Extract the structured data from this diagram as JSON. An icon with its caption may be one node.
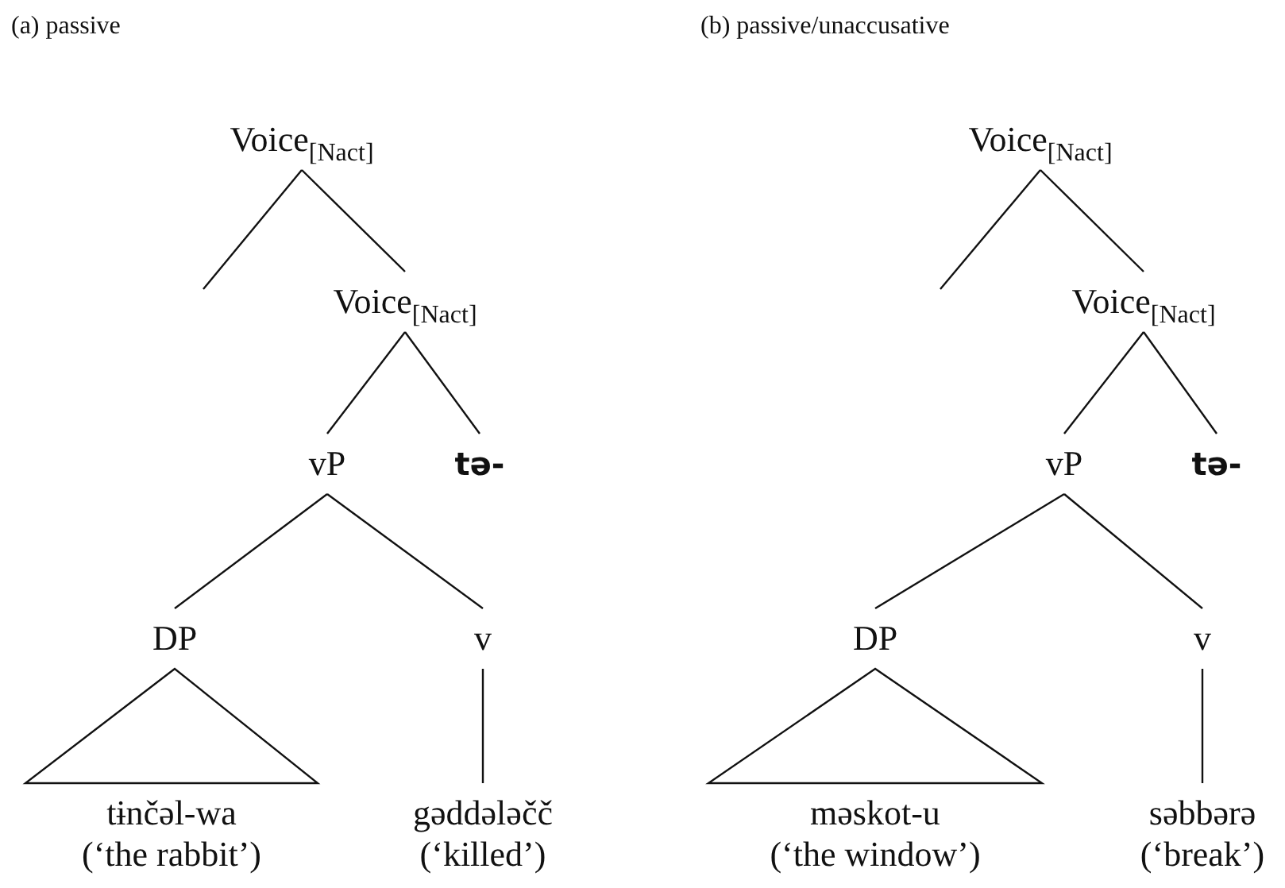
{
  "diagram": {
    "nodes": [
      {
        "text": [
          "Voice$_{[Nact]}$"
        ]
      },
      {
        "text": [
          "Voice$_{[Nact]}$"
        ]
      },
      {
        "text": [
          "vP"
        ]
      },
      {
        "text": [
          "tə-"
        ]
      },
      {
        "text": [
          "DP"
        ]
      },
      {
        "text": [
          "v"
        ]
      },
      {
        "text": [
          "tɨnčəl-wa",
          "(‘the rabbit’)"
        ]
      },
      {
        "text": [
          "gəddələčč",
          "(‘killed’)"
        ]
      },
      {
        "text": [
          "Voice$_{[Nact]}$"
        ]
      },
      {
        "text": [
          "Voice$_{[Nact]}$"
        ]
      },
      {
        "text": [
          "vP"
        ]
      },
      {
        "text": [
          "tə-"
        ]
      },
      {
        "text": [
          "DP"
        ]
      },
      {
        "text": [
          "v"
        ]
      },
      {
        "text": [
          "məskot-u",
          "(‘the window’)"
        ]
      },
      {
        "text": [
          "səbbərə",
          "(‘break’)"
        ]
      }
    ],
    "edges": [
      {
        "from": 0,
        "to": null,
        "arrow": "none"
      },
      {
        "from": 0,
        "to": 1,
        "arrow": "none"
      },
      {
        "from": 1,
        "to": 2,
        "arrow": "none"
      },
      {
        "from": 1,
        "to": 3,
        "arrow": "none"
      },
      {
        "from": 2,
        "to": 4,
        "arrow": "none"
      },
      {
        "from": 2,
        "to": 5,
        "arrow": "none"
      },
      {
        "from": 4,
        "to": 6,
        "arrow": "none"
      },
      {
        "from": 5,
        "to": 7,
        "arrow": "none"
      },
      {
        "from": 8,
        "to": null,
        "arrow": "none"
      },
      {
        "from": 8,
        "to": 9,
        "arrow": "none"
      },
      {
        "from": 9,
        "to": 10,
        "arrow": "none"
      },
      {
        "from": 9,
        "to": 11,
        "arrow": "none"
      },
      {
        "from": 10,
        "to": 12,
        "arrow": "none"
      },
      {
        "from": 10,
        "to": 13,
        "arrow": "none"
      },
      {
        "from": 12,
        "to": 14,
        "arrow": "none"
      },
      {
        "from": 13,
        "to": 15,
        "arrow": "none"
      }
    ],
    "labels": [
      "(a) passive",
      "(b) passive/unaccusative"
    ]
  }
}
